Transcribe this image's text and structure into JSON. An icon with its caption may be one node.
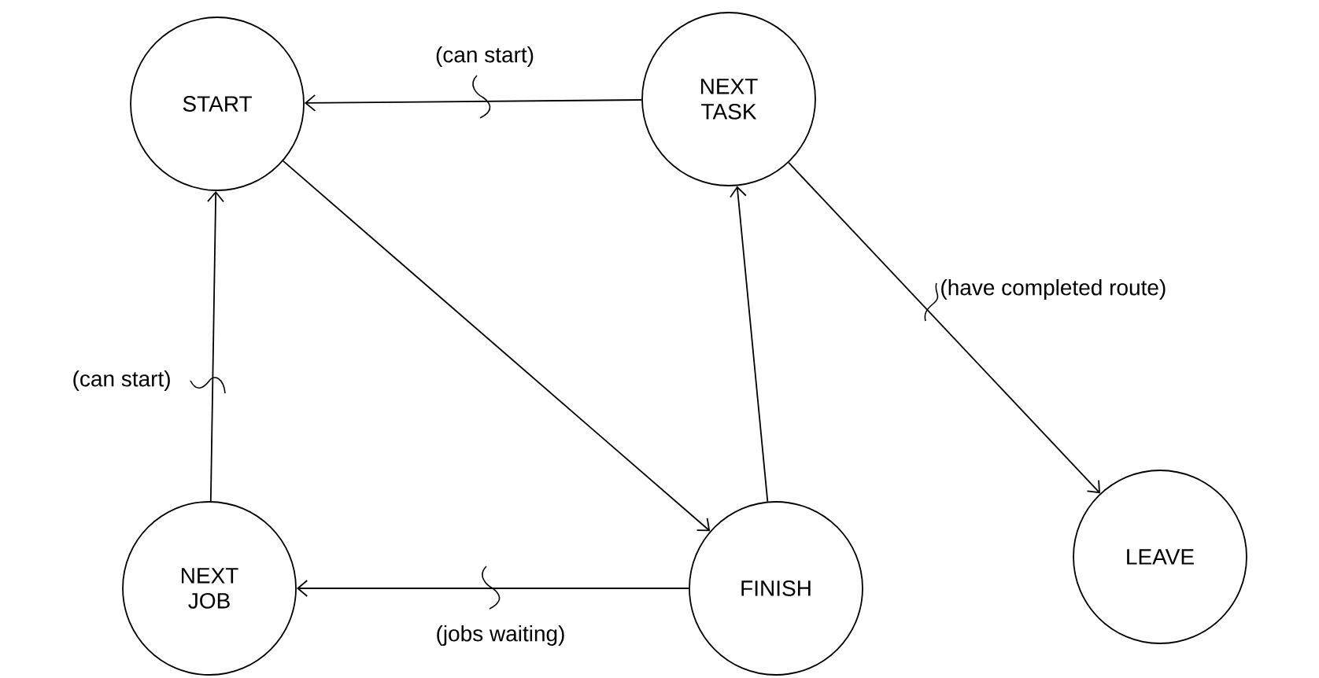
{
  "diagram": {
    "nodes": [
      {
        "text": [
          "START"
        ]
      },
      {
        "text": [
          "NEXT TASK"
        ]
      },
      {
        "text": [
          "NEXT JOB"
        ]
      },
      {
        "text": [
          "FINISH"
        ]
      },
      {
        "text": [
          "LEAVE"
        ]
      }
    ],
    "edges": [
      {
        "from": 1,
        "to": 0,
        "arrow": "to",
        "label": "(can start)"
      },
      {
        "from": 0,
        "to": 3,
        "arrow": "to"
      },
      {
        "from": 2,
        "to": 0,
        "arrow": "to",
        "label": "(can start)"
      },
      {
        "from": 3,
        "to": 1,
        "arrow": "to"
      },
      {
        "from": 1,
        "to": 4,
        "arrow": "to",
        "label": "(have completed route)"
      },
      {
        "from": 3,
        "to": 2,
        "arrow": "to",
        "label": "(jobs waiting)"
      }
    ]
  }
}
